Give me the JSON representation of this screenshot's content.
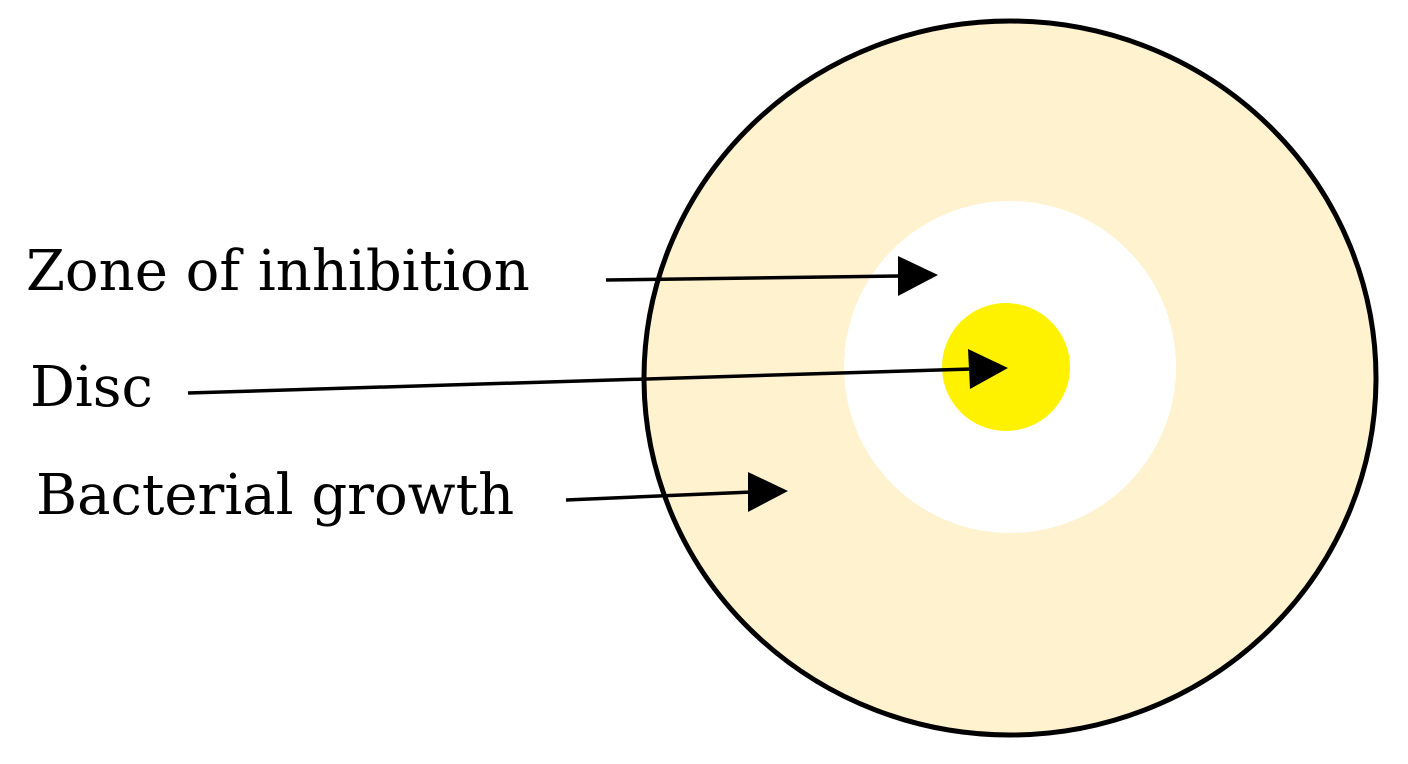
{
  "labels": {
    "zone_of_inhibition": "Zone of inhibition",
    "disc": "Disc",
    "bacterial_growth": "Bacterial growth"
  },
  "colors": {
    "bacterial_growth": "#FFF2CF",
    "zone_of_inhibition": "#FFFFFF",
    "disc": "#FFF200",
    "outline": "#000000",
    "text": "#000000"
  }
}
